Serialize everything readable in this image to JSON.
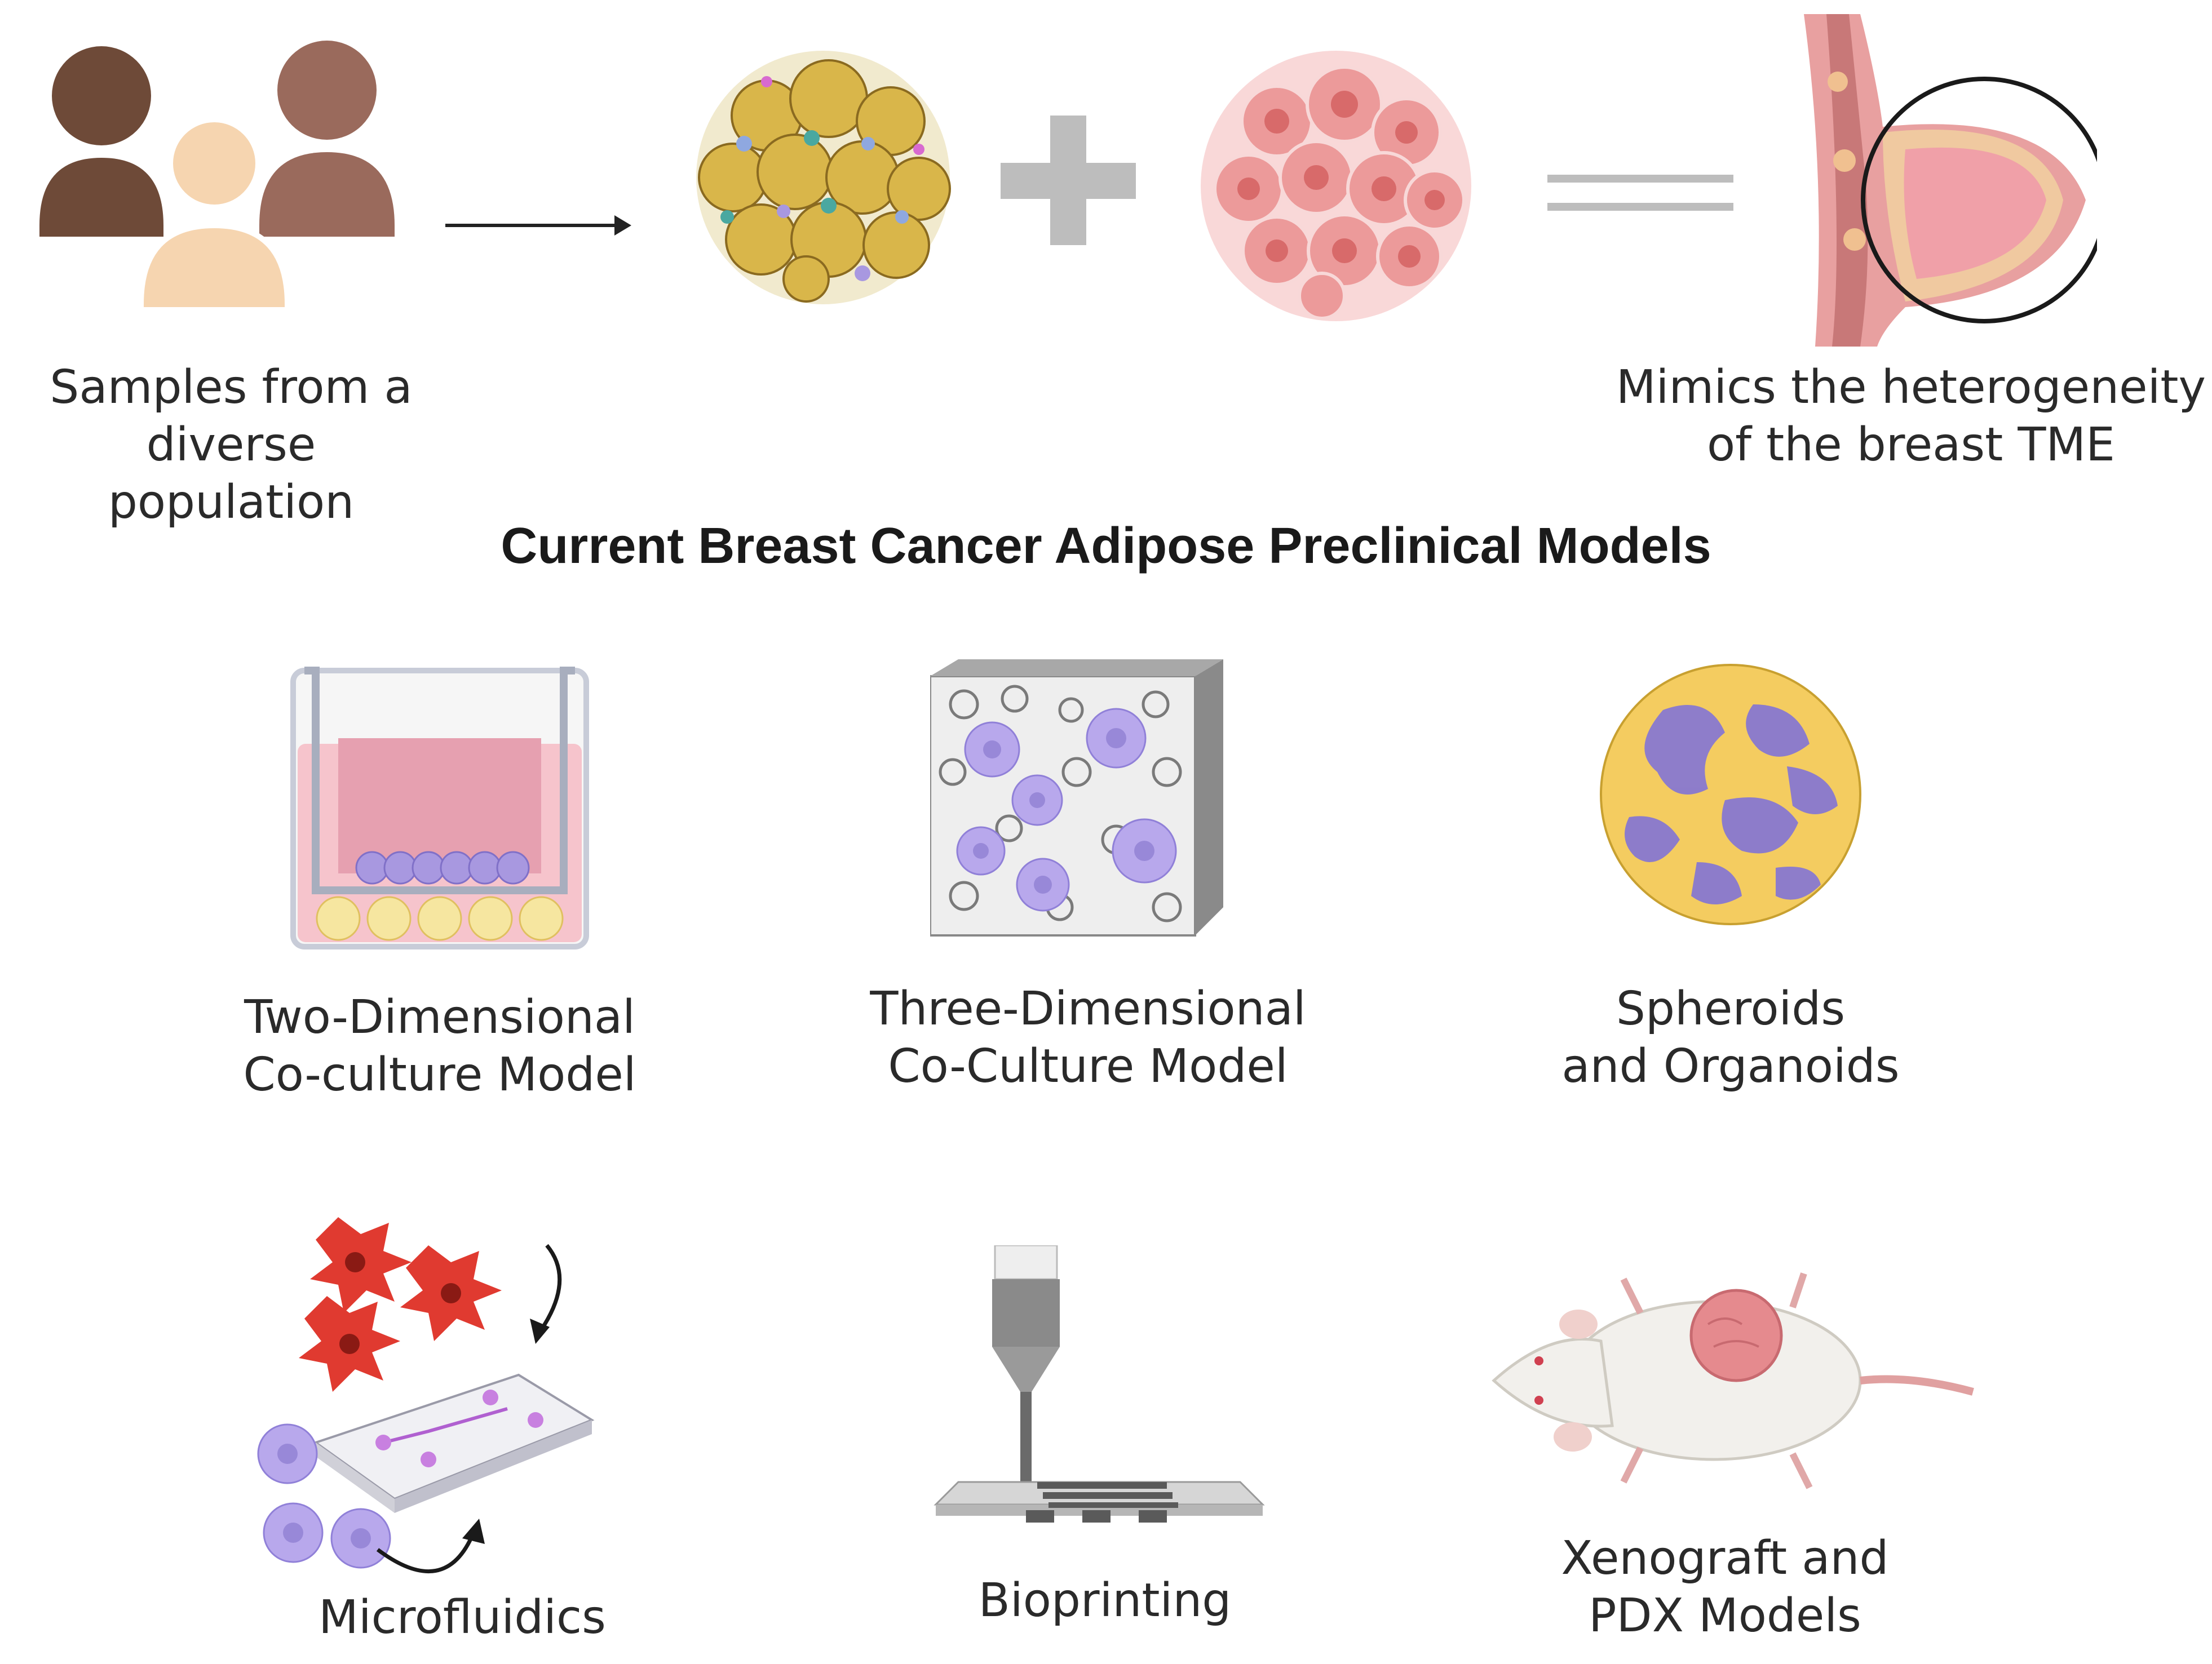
{
  "top": {
    "samples_label": "Samples from a\ndiverse population",
    "mimics_label": "Mimics the heterogeneity\nof the breast TME"
  },
  "title": "Current Breast Cancer Adipose Preclinical Models",
  "models": [
    {
      "label": "Two-Dimensional\nCo-culture Model"
    },
    {
      "label": "Three-Dimensional\nCo-Culture Model"
    },
    {
      "label": "Spheroids\nand Organoids"
    },
    {
      "label": "Microfluidics"
    },
    {
      "label": "Bioprinting"
    },
    {
      "label": "Xenograft and\nPDX Models"
    }
  ],
  "colors": {
    "adipocyte": "#d9b64a",
    "tumor": "#e88a8a",
    "cancer_cell": "#a898e0",
    "stromal": "#e03a30",
    "skin_dark": "#6e4a38",
    "skin_mid": "#9a6a5c",
    "skin_light": "#f6d5b0"
  }
}
